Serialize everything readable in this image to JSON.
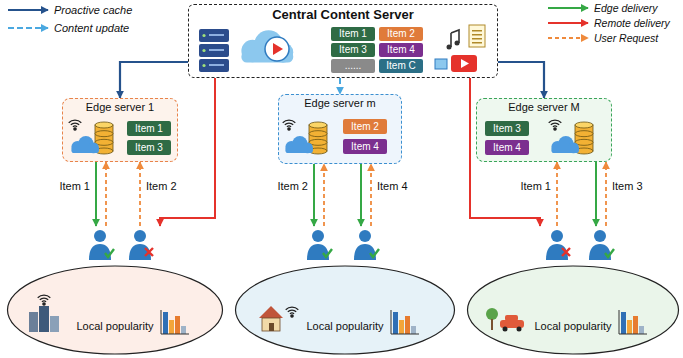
{
  "diagram": {
    "nodes": [
      {
        "text": [
          "Central Content Server"
        ]
      },
      {
        "text": [
          "Item 1"
        ],
        "in": 0
      },
      {
        "text": [
          "Item 2"
        ],
        "in": 0
      },
      {
        "text": [
          "Item 3"
        ],
        "in": 0
      },
      {
        "text": [
          "Item 4"
        ],
        "in": 0
      },
      {
        "text": [
          "......"
        ],
        "in": 0
      },
      {
        "text": [
          "Item C"
        ],
        "in": 0
      },
      {
        "text": [
          "Edge server 1"
        ]
      },
      {
        "text": [
          "Item 1"
        ],
        "in": 7
      },
      {
        "text": [
          "Item 3"
        ],
        "in": 7
      },
      {
        "text": [
          "Edge server m"
        ]
      },
      {
        "text": [
          "Item 2"
        ],
        "in": 10
      },
      {
        "text": [
          "Item 4"
        ],
        "in": 10
      },
      {
        "text": [
          "Edge server M"
        ]
      },
      {
        "text": [
          "Item 3"
        ],
        "in": 13
      },
      {
        "text": [
          "Item 4"
        ],
        "in": 13
      },
      {
        "text": [
          "Local popularity"
        ]
      },
      {
        "text": [
          "Local popularity"
        ]
      },
      {
        "text": [
          "Local popularity"
        ]
      }
    ],
    "edges": [
      {
        "from": 0,
        "to": 7,
        "arrow": "to"
      },
      {
        "from": 0,
        "to": 10,
        "arrow": "to"
      },
      {
        "from": 0,
        "to": 13,
        "arrow": "to"
      },
      {
        "from": 0,
        "to": 16,
        "arrow": "to"
      },
      {
        "from": 0,
        "to": 18,
        "arrow": "to"
      },
      {
        "from": 7,
        "to": 16,
        "arrow": "to"
      },
      {
        "from": 16,
        "to": 7,
        "label": "Item 1",
        "arrow": "to"
      },
      {
        "from": 16,
        "to": 7,
        "label": "Item 2",
        "arrow": "to"
      },
      {
        "from": 10,
        "to": 17,
        "arrow": "to"
      },
      {
        "from": 17,
        "to": 10,
        "label": "Item 2",
        "arrow": "to"
      },
      {
        "from": 10,
        "to": 17,
        "arrow": "to"
      },
      {
        "from": 17,
        "to": 10,
        "label": "Item 4",
        "arrow": "to"
      },
      {
        "from": 18,
        "to": 13,
        "label": "Item 1",
        "arrow": "to"
      },
      {
        "from": 18,
        "to": 13,
        "label": "Item 3",
        "arrow": "to"
      },
      {
        "from": 13,
        "to": 18,
        "arrow": "to"
      }
    ],
    "legend": [
      {
        "text": "Proactive cache"
      },
      {
        "text": "Content update"
      },
      {
        "text": "Edge delivery"
      },
      {
        "text": "Remote delivery"
      },
      {
        "text": "User Request"
      }
    ]
  }
}
